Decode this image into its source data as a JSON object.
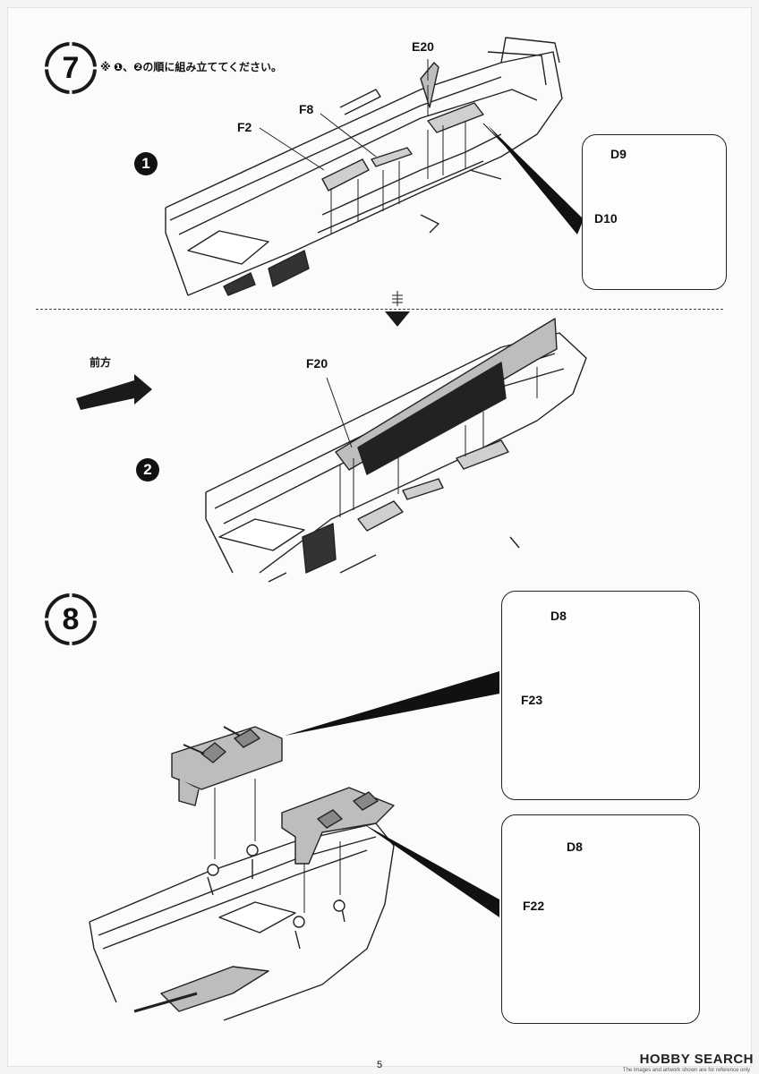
{
  "page": {
    "number": "5",
    "watermark": "HOBBY SEARCH",
    "watermark_sub": "The images and artwork shown are for reference only"
  },
  "step7": {
    "number": "7",
    "note": "※ ❶、❷の順に組み立ててください。",
    "sub1": "1",
    "sub2": "2",
    "parts_sub1": [
      "E20",
      "F8",
      "F2"
    ],
    "detail_parts": [
      "D9",
      "D10"
    ],
    "part_sub2": "F20",
    "direction_label": "前方"
  },
  "step8": {
    "number": "8",
    "detail_top": {
      "turret": "D8",
      "base": "F23"
    },
    "detail_bottom": {
      "turret": "D8",
      "base": "F22"
    }
  }
}
